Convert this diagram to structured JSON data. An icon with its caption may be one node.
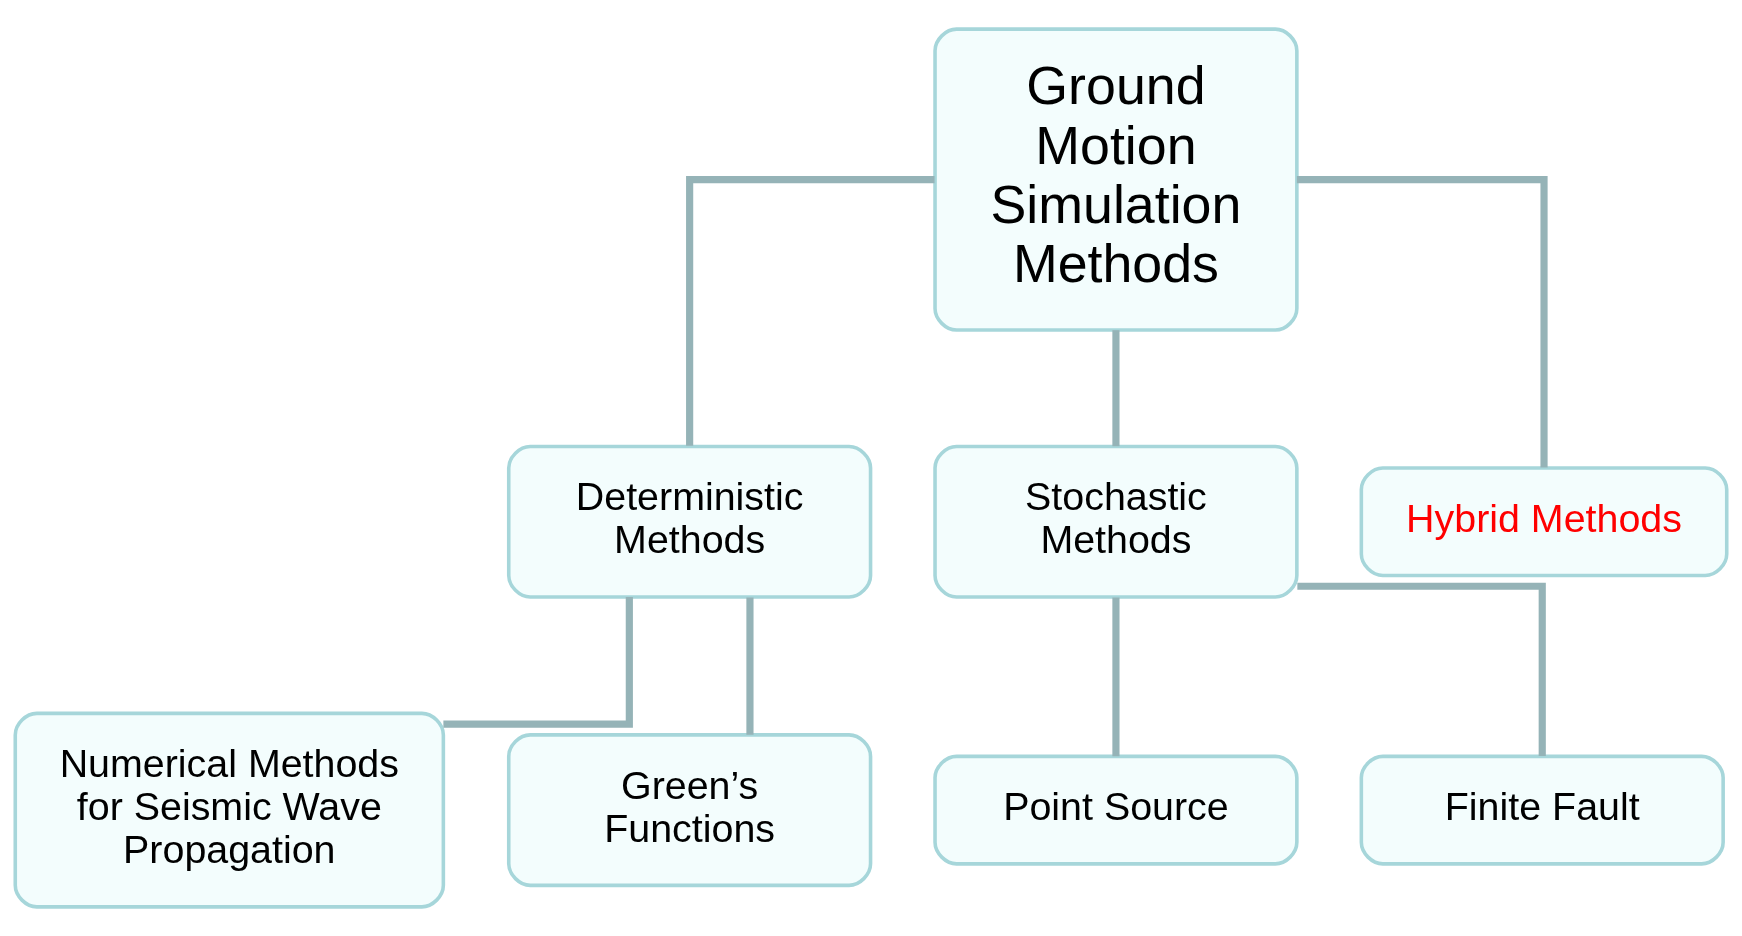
{
  "diagram": {
    "nodes": [
      {
        "text": [
          "Ground Motion Simulation Methods"
        ]
      },
      {
        "text": [
          "Deterministic Methods"
        ]
      },
      {
        "text": [
          "Stochastic Methods"
        ]
      },
      {
        "text": [
          "Hybrid Methods"
        ]
      },
      {
        "text": [
          "Numerical Methods for Seismic Wave Propagation"
        ]
      },
      {
        "text": [
          "Green’s Functions"
        ]
      },
      {
        "text": [
          "Point Source"
        ]
      },
      {
        "text": [
          "Finite Fault"
        ]
      }
    ],
    "edges": [
      {
        "from": 0,
        "to": 1,
        "arrow": "none"
      },
      {
        "from": 0,
        "to": 2,
        "arrow": "none"
      },
      {
        "from": 0,
        "to": 3,
        "arrow": "none"
      },
      {
        "from": 1,
        "to": 4,
        "arrow": "none"
      },
      {
        "from": 1,
        "to": 5,
        "arrow": "none"
      },
      {
        "from": 2,
        "to": 6,
        "arrow": "none"
      },
      {
        "from": 2,
        "to": 7,
        "arrow": "none"
      }
    ]
  }
}
